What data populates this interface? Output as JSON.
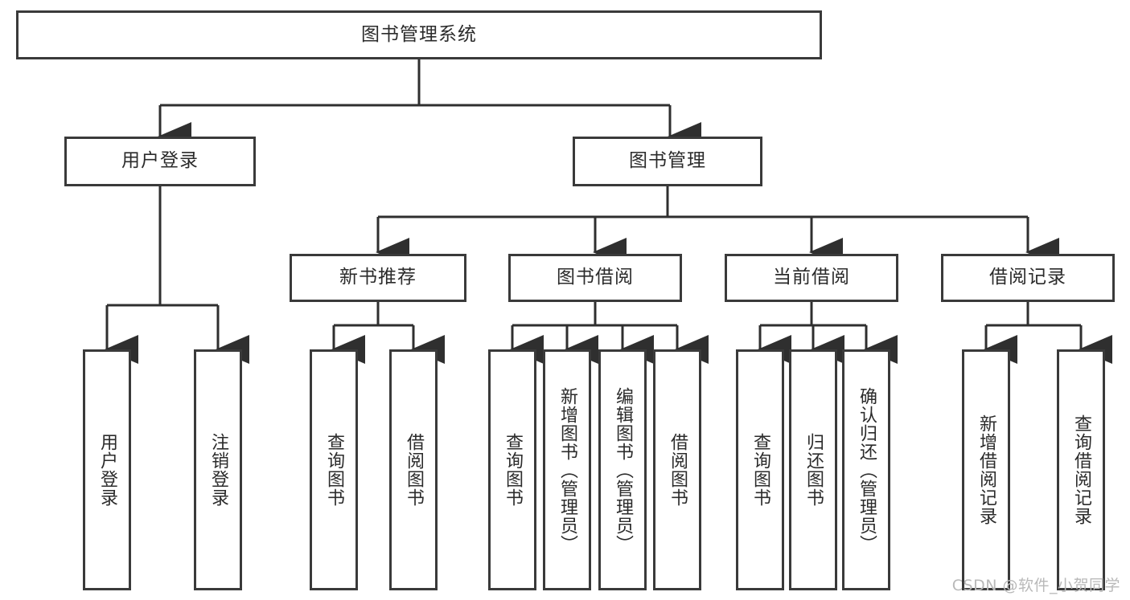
{
  "diagram": {
    "title": "图书管理系统",
    "type": "tree",
    "colors": {
      "background": "#ffffff",
      "border": "#3a3a3a",
      "text": "#2b2b2b",
      "connector": "#2f2f2f",
      "watermark": "#b9b9b9"
    },
    "root": {
      "label": "图书管理系统"
    },
    "level2": [
      {
        "label": "用户登录"
      },
      {
        "label": "图书管理"
      }
    ],
    "level3": [
      {
        "label": "新书推荐"
      },
      {
        "label": "图书借阅"
      },
      {
        "label": "当前借阅"
      },
      {
        "label": "借阅记录"
      }
    ],
    "leaves": {
      "user_login": [
        {
          "label": "用户登录"
        },
        {
          "label": "注销登录"
        }
      ],
      "new_book_recommend": [
        {
          "label": "查询图书"
        },
        {
          "label": "借阅图书"
        }
      ],
      "book_borrow": [
        {
          "label": "查询图书"
        },
        {
          "label": "新增图书（管理员）"
        },
        {
          "label": "编辑图书（管理员）"
        },
        {
          "label": "借阅图书"
        }
      ],
      "current_borrow": [
        {
          "label": "查询图书"
        },
        {
          "label": "归还图书"
        },
        {
          "label": "确认归还（管理员）"
        }
      ],
      "borrow_record": [
        {
          "label": "新增借阅记录"
        },
        {
          "label": "查询借阅记录"
        }
      ]
    }
  },
  "watermark": {
    "text": "CSDN @软件_小贺同学"
  }
}
